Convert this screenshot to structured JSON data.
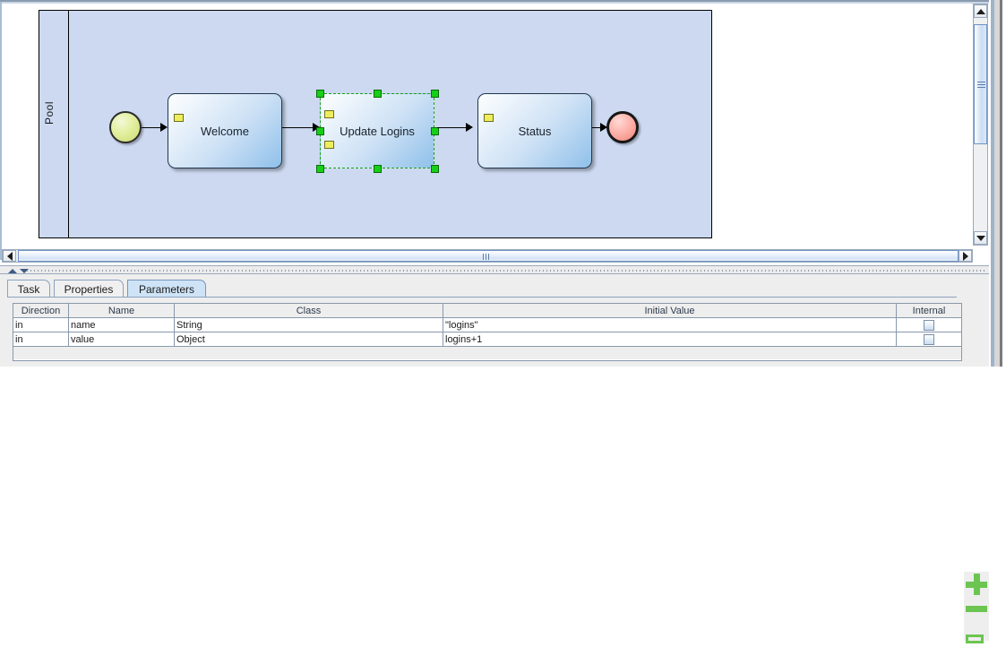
{
  "diagram": {
    "pool_label": "Pool",
    "nodes": [
      {
        "id": "start",
        "type": "start-event",
        "label": ""
      },
      {
        "id": "welcome",
        "type": "task",
        "label": "Welcome"
      },
      {
        "id": "update-logins",
        "type": "task",
        "label": "Update Logins",
        "selected": true
      },
      {
        "id": "status",
        "type": "task",
        "label": "Status"
      },
      {
        "id": "end",
        "type": "end-event",
        "label": ""
      }
    ],
    "colors": {
      "pool_background": "#ccd9f0",
      "task_gradient_start": "#fdfefe",
      "task_gradient_end": "#8fc0ea",
      "start_event": "#d9e88c",
      "end_event": "#f5a79e",
      "selection_handle": "#17cf17",
      "task_marker": "#eeee5c"
    }
  },
  "scrollbars": {
    "vertical": {
      "up_icon": "triangle-up-icon",
      "down_icon": "triangle-down-icon",
      "grip_icon": "grip-icon"
    },
    "horizontal": {
      "left_icon": "triangle-left-icon",
      "right_icon": "triangle-right-icon",
      "grip_icon": "grip-icon"
    }
  },
  "splitter": {
    "collapse_up_icon": "triangle-up-icon",
    "collapse_down_icon": "triangle-down-icon"
  },
  "bottom_panel": {
    "tabs": [
      {
        "label": "Task",
        "active": false
      },
      {
        "label": "Properties",
        "active": false
      },
      {
        "label": "Parameters",
        "active": true
      }
    ],
    "table": {
      "columns": [
        "Direction",
        "Name",
        "Class",
        "Initial Value",
        "Internal"
      ],
      "rows": [
        {
          "direction": "in",
          "name": "name",
          "class": "String",
          "initial_value": "\"logins\"",
          "internal": false
        },
        {
          "direction": "in",
          "name": "value",
          "class": "Object",
          "initial_value": "logins+1",
          "internal": false
        }
      ]
    },
    "actions": [
      {
        "name": "add-parameter",
        "icon": "plus-icon",
        "color": "#6cc551"
      },
      {
        "name": "remove-parameter",
        "icon": "minus-icon",
        "color": "#6cc551"
      },
      {
        "name": "edit-parameter",
        "icon": "rectangle-outline-icon",
        "color": "#6cc551"
      }
    ]
  }
}
